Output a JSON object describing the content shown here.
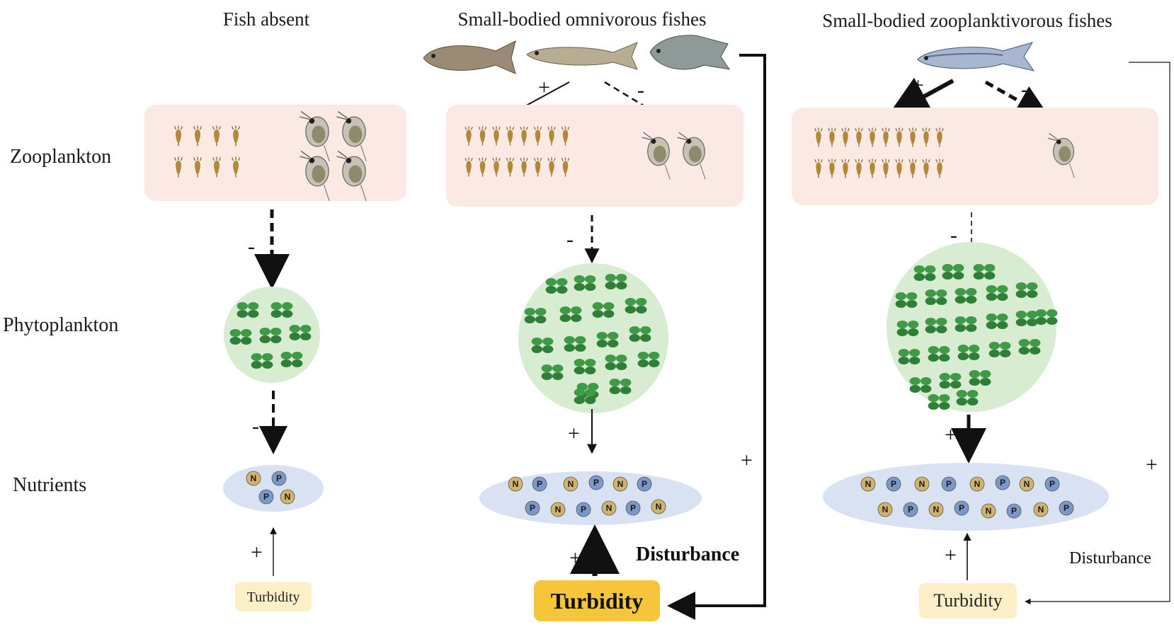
{
  "columns": {
    "fish_absent": {
      "title": "Fish absent",
      "turbidity": "Turbidity"
    },
    "omnivorous": {
      "title": "Small-bodied omnivorous fishes",
      "turbidity": "Turbidity",
      "disturbance": "Disturbance"
    },
    "zooplanktivorous": {
      "title": "Small-bodied zooplanktivorous fishes",
      "turbidity": "Turbidity",
      "disturbance": "Disturbance"
    }
  },
  "rows": {
    "zooplankton": "Zooplankton",
    "phytoplankton": "Phytoplankton",
    "nutrients": "Nutrients"
  },
  "signs": {
    "plus": "+",
    "minus": "-"
  },
  "nutrient_labels": {
    "n": "N",
    "p": "P"
  },
  "colors": {
    "zoo_box": "#fbeae3",
    "phyto_circle": "#d8ecd1",
    "nutrient_ellipse": "#d8e2f2",
    "turbidity_small": "#fdf0c8",
    "turbidity_big": "#f5c63a",
    "algae": "#3e9a46",
    "n_ball": "#d2b36a",
    "p_ball": "#7a98c8"
  }
}
